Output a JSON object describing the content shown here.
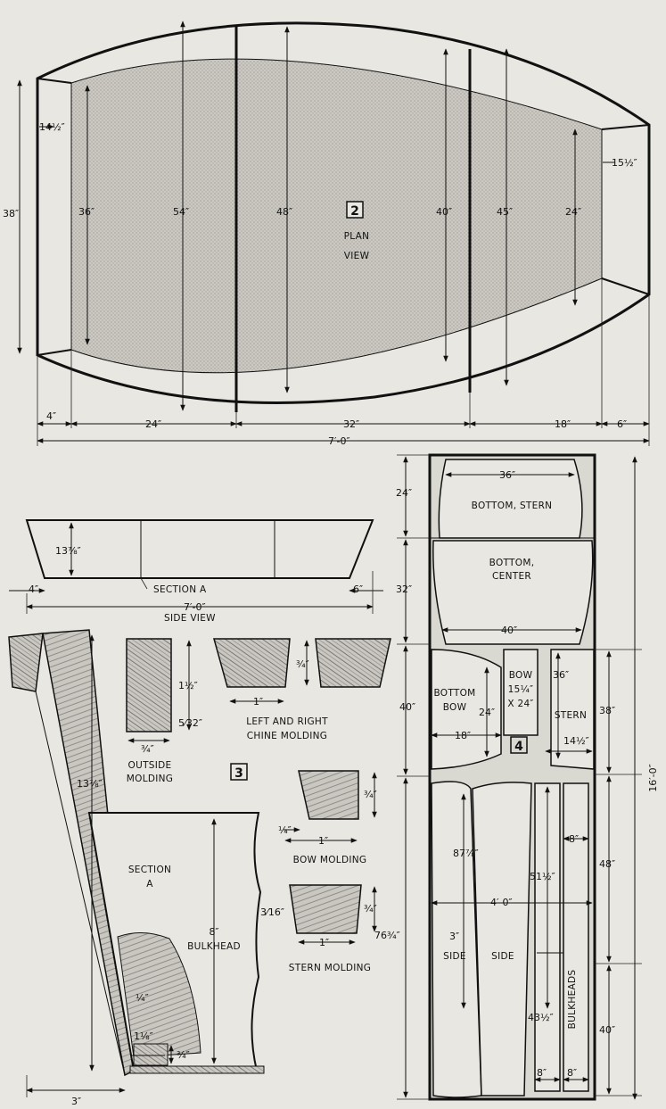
{
  "figures": {
    "plan": {
      "number": "2",
      "title_line1": "PLAN",
      "title_line2": "VIEW",
      "dims": {
        "d_14_5": "14½″",
        "d_38": "38″",
        "d_36": "36″",
        "d_54": "54″",
        "d_48": "48″",
        "d_40": "40″",
        "d_45": "45″",
        "d_24": "24″",
        "d_15_5": "15½″",
        "b_4": "4″",
        "b_24": "24″",
        "b_32": "32″",
        "b_18": "18″",
        "b_6": "6″",
        "overall": "7′-0″"
      }
    },
    "side": {
      "height": "13⅞″",
      "left": "4″",
      "right": "6″",
      "section": "SECTION A",
      "overall": "7′-0″",
      "title": "SIDE VIEW"
    },
    "details": {
      "number": "3",
      "height": "13⅞″",
      "section_line1": "SECTION",
      "section_line2": "A",
      "bulkhead_line1": "8″",
      "bulkhead_line2": "BULKHEAD",
      "bottom_3": "3″",
      "quarter": "¼″",
      "one_eighth": "1⅛″",
      "three_quarter": "¾″",
      "outside_h": "1½″",
      "outside_w": "¾″",
      "outside_small": "5⁄32″",
      "outside_line1": "OUTSIDE",
      "outside_line2": "MOLDING",
      "chine_h": "¾″",
      "chine_w": "1″",
      "chine_line1": "LEFT AND RIGHT",
      "chine_line2": "CHINE MOLDING",
      "bow_h": "¾″",
      "bow_quarter": "¼″",
      "bow_w": "1″",
      "bow_title": "BOW MOLDING",
      "stern_h": "¾″",
      "stern_small": "3⁄16″",
      "stern_w": "1″",
      "stern_title": "STERN MOLDING"
    },
    "layout": {
      "number": "4",
      "top_36": "36″",
      "bottom_stern": "BOTTOM, STERN",
      "bottom_center_line1": "BOTTOM,",
      "bottom_center_line2": "CENTER",
      "mid_40": "40″",
      "bow_line1": "BOW",
      "bow_line2": "15¼″",
      "bow_line3": "X 24″",
      "bottom_bow_line1": "BOTTOM",
      "bottom_bow_line2": "BOW",
      "bow_24": "24″",
      "bow_18": "18″",
      "stern_36": "36″",
      "stern_label": "STERN",
      "stern_14_5": "14½″",
      "left_24": "24″",
      "left_32": "32″",
      "left_40": "40″",
      "left_76_75": "76¾″",
      "side_87": "87⅞″",
      "width_4ft": "4′-0″",
      "side_3": "3″",
      "side1": "SIDE",
      "side2": "SIDE",
      "d_51_5": "51½″",
      "d_43_5": "43½″",
      "bulkheads": "BULKHEADS",
      "r_8a": "8″",
      "r_8b": "8″",
      "r_8c": "8″",
      "right_38": "38″",
      "right_48": "48″",
      "right_40": "40″",
      "total": "16′-0″"
    }
  }
}
